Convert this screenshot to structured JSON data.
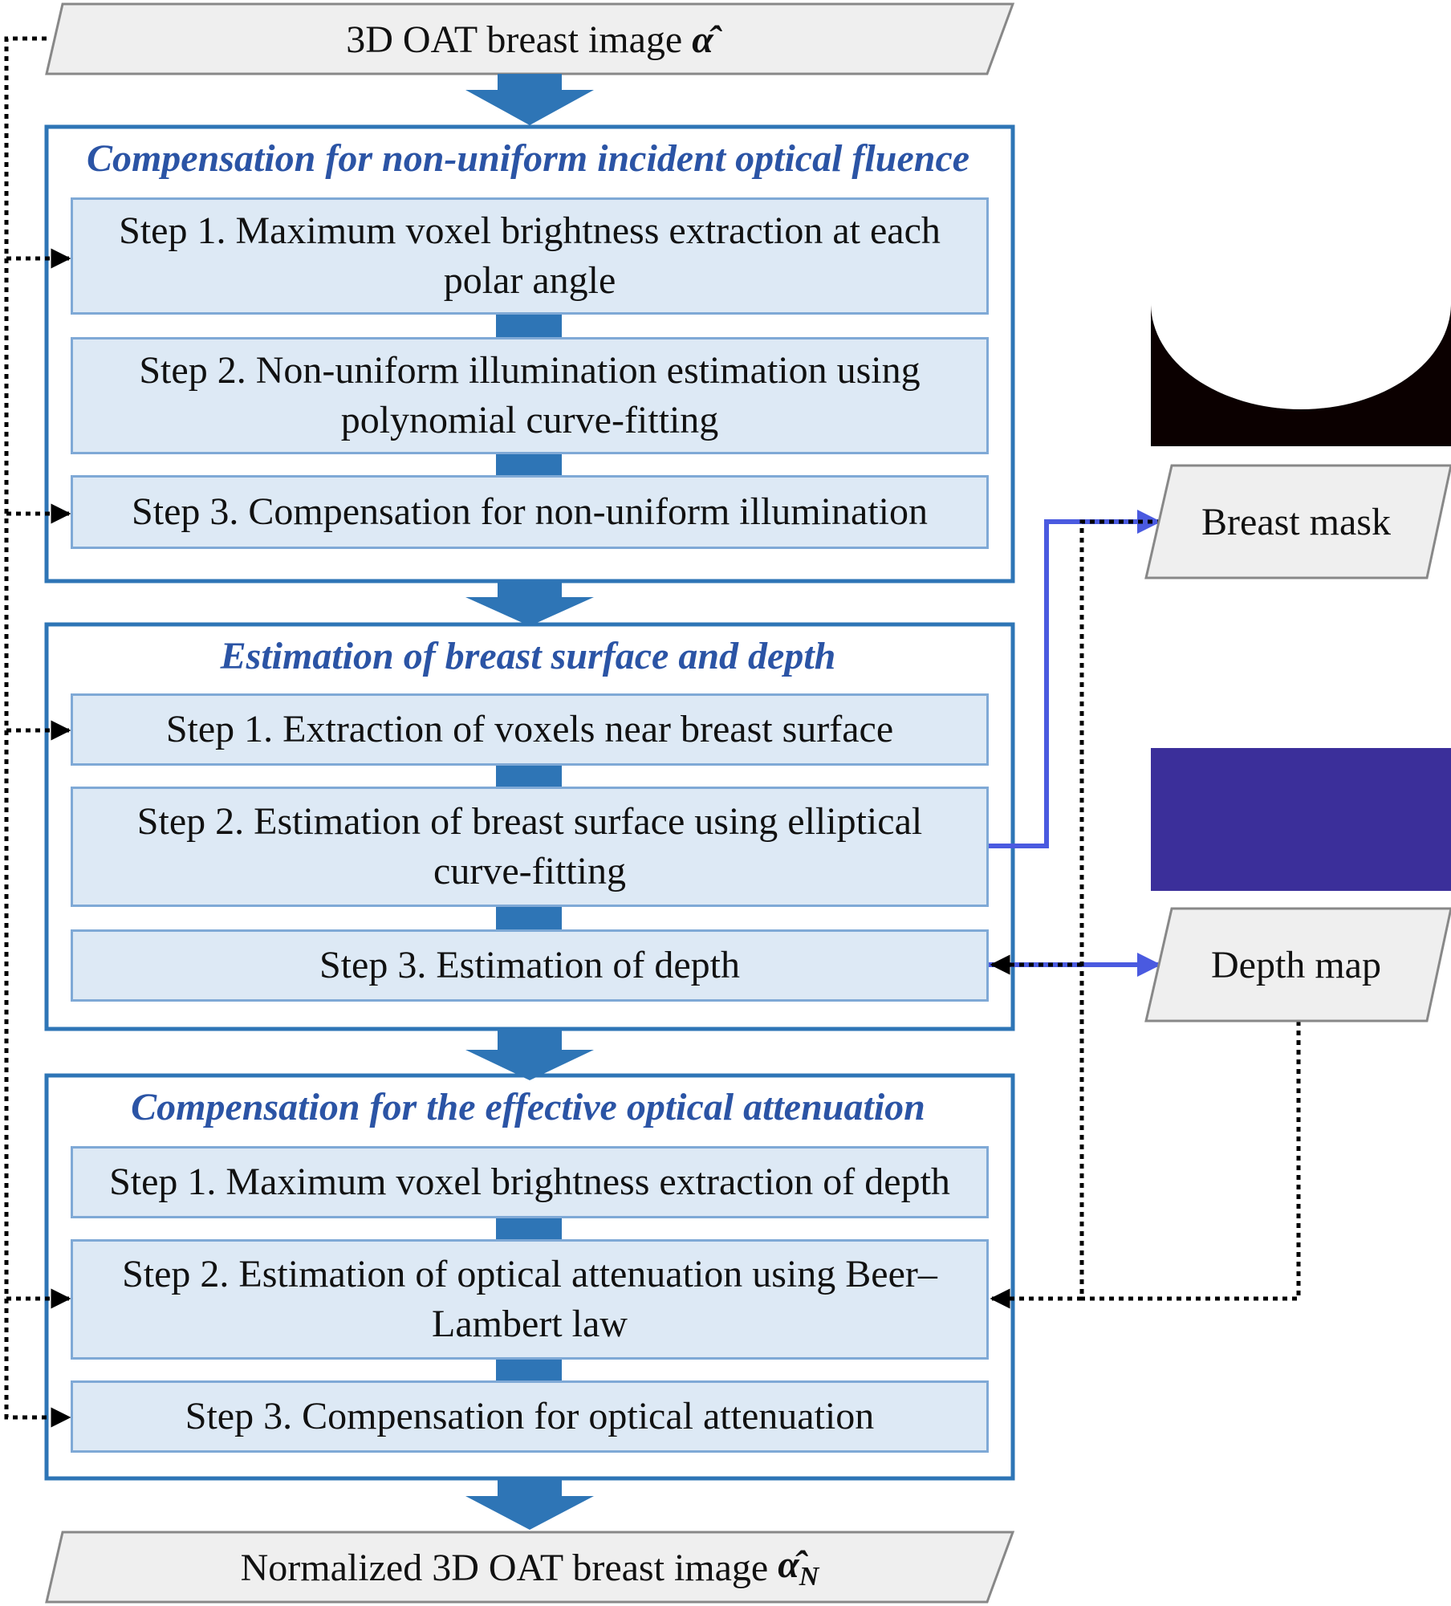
{
  "input": {
    "label": "3D OAT breast image",
    "symbol": "α̂"
  },
  "output": {
    "label": "Normalized 3D OAT breast image",
    "symbol": "α̂",
    "subscript": "N"
  },
  "groups": [
    {
      "title": "Compensation for non-uniform incident optical fluence",
      "steps": [
        "Step 1. Maximum voxel brightness extraction at each polar angle",
        "Step 2. Non-uniform illumination estimation using polynomial curve-fitting",
        "Step 3. Compensation for non-uniform illumination"
      ]
    },
    {
      "title": "Estimation of breast surface and depth",
      "steps": [
        "Step 1. Extraction of voxels near breast surface",
        "Step 2. Estimation of breast surface using elliptical curve-fitting",
        "Step 3. Estimation of depth"
      ]
    },
    {
      "title": "Compensation for the effective optical attenuation",
      "steps": [
        "Step 1. Maximum voxel brightness extraction of depth",
        "Step 2. Estimation of optical attenuation using Beer–Lambert law",
        "Step 3. Compensation for optical attenuation"
      ]
    }
  ],
  "side_outputs": {
    "breast_mask": "Breast mask",
    "depth_map": "Depth map"
  },
  "colors": {
    "group_border": "#2e75b6",
    "title": "#2b54a5",
    "step_fill": "#dde9f5",
    "step_border": "#7fa9d6",
    "arrow": "#2e75b6",
    "solid_connector": "#4a5ae0",
    "dotted_connector": "#000000",
    "io_fill": "#efefef"
  }
}
